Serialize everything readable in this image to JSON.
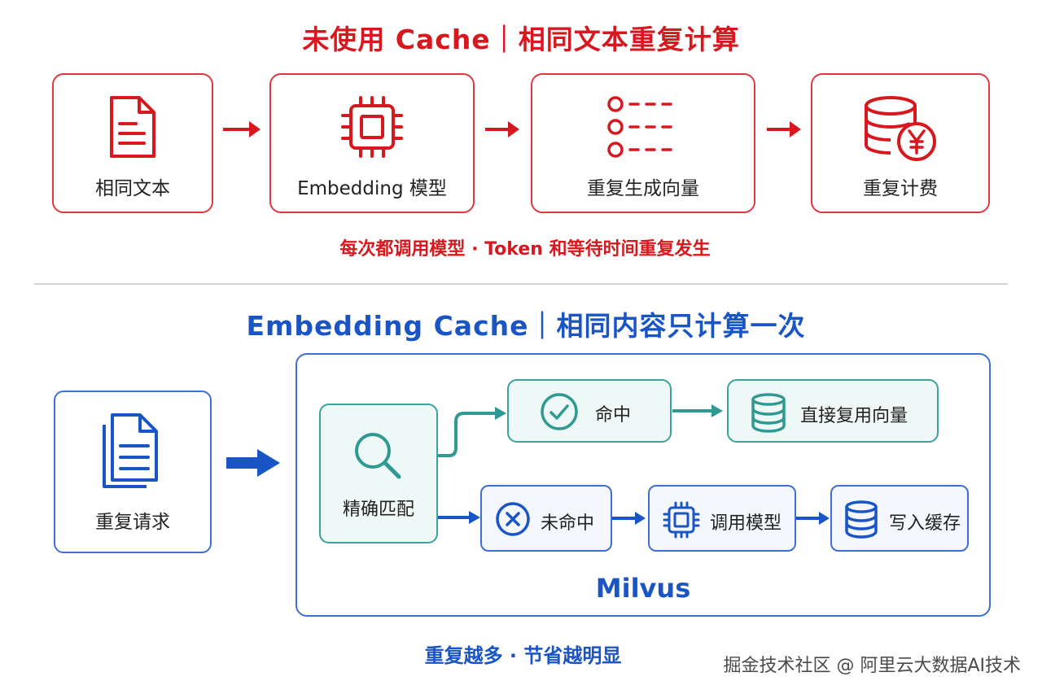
{
  "top": {
    "title": "未使用 Cache｜相同文本重复计算",
    "steps": [
      {
        "label": "相同文本",
        "icon": "document-icon"
      },
      {
        "label": "Embedding 模型",
        "icon": "chip-icon"
      },
      {
        "label": "重复生成向量",
        "icon": "vector-list-icon"
      },
      {
        "label": "重复计费",
        "icon": "coin-database-icon"
      }
    ],
    "note": "每次都调用模型 · Token 和等待时间重复发生"
  },
  "bottom": {
    "title": "Embedding Cache｜相同内容只计算一次",
    "request_label": "重复请求",
    "match_label": "精确匹配",
    "hit_label": "命中",
    "hit_result_label": "直接复用向量",
    "miss_label": "未命中",
    "call_model_label": "调用模型",
    "write_cache_label": "写入缓存",
    "container_label": "Milvus",
    "note": "重复越多 · 节省越明显"
  },
  "watermark": "掘金技术社区 @ 阿里云大数据AI技术",
  "colors": {
    "red": "#d7191f",
    "blue": "#1a55c6",
    "teal": "#3aa39b"
  }
}
